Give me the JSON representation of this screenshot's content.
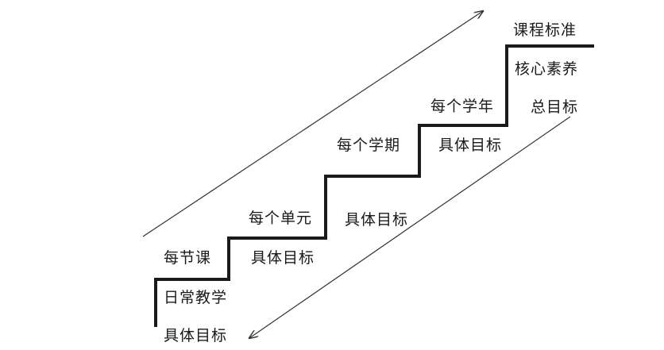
{
  "diagram": {
    "step_labels": {
      "step1_top": "每节课",
      "step1_mid": "日常教学",
      "step1_bottom": "具体目标",
      "step2_top": "每个单元",
      "step2_bottom": "具体目标",
      "step3_top": "每个学期",
      "step3_bottom": "具体目标",
      "step4_top": "每个学年",
      "step4_bottom": "具体目标",
      "step5_top": "课程标准",
      "step5_mid": "核心素养",
      "step5_bottom": "总目标"
    },
    "colors": {
      "line": "#1a1a1a",
      "arrow": "#333333",
      "text": "#1a1a1a"
    }
  }
}
